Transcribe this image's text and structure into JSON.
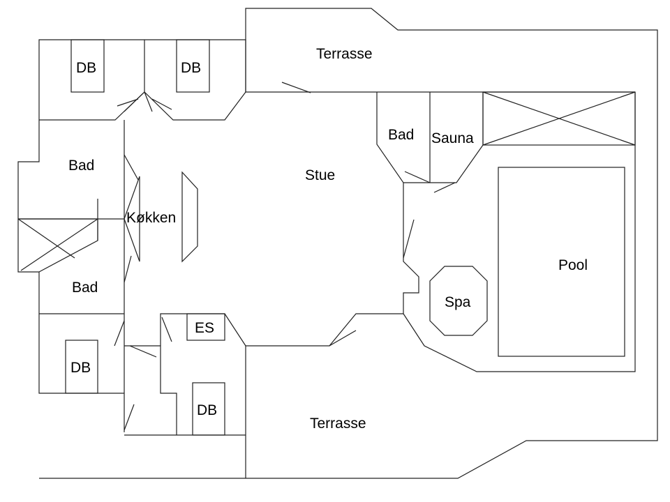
{
  "plan": {
    "line_color": "#202020",
    "background": "#ffffff",
    "rooms": {
      "terrasse_top": "Terrasse",
      "terrasse_bottom": "Terrasse",
      "db_top_left": "DB",
      "db_top_right": "DB",
      "bad_left_top": "Bad",
      "bad_left_bottom": "Bad",
      "kokken": "Køkken",
      "stue": "Stue",
      "bad_right": "Bad",
      "sauna": "Sauna",
      "pool": "Pool",
      "spa": "Spa",
      "es": "ES",
      "db_bottom_left": "DB",
      "db_bottom_right": "DB"
    }
  }
}
